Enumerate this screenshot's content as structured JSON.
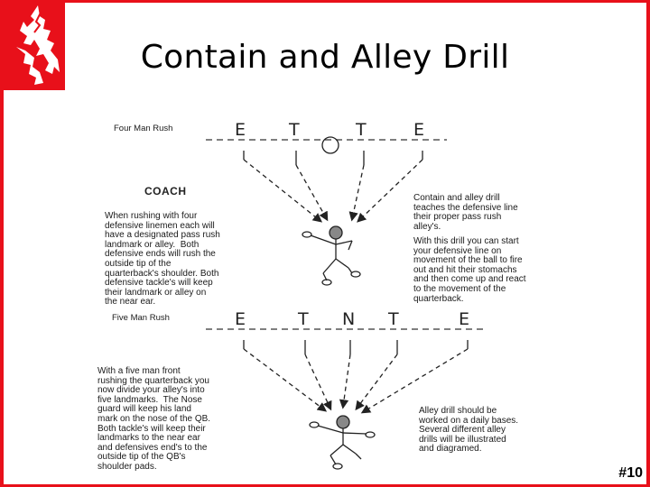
{
  "slide": {
    "title": "Contain and Alley Drill",
    "slide_number": "#10",
    "logo_icon": "red-hawk-logo-icon",
    "accent_color": "#e8101a"
  },
  "diagram": {
    "four_man": {
      "label": "Four Man Rush",
      "positions": [
        "E",
        "T",
        "T",
        "E"
      ]
    },
    "coach_label": "COACH",
    "left_text_1": "When rushing with four\ndefensive linemen each will\nhave a designated pass rush\nlandmark or alley.  Both\ndefensive ends will rush the\noutside tip of the\nquarterback's shoulder. Both\ndefensive tackle's will keep\ntheir landmark or alley on\nthe near ear.",
    "right_text_1a": "Contain and alley drill\nteaches the defensive line\ntheir proper pass rush\nalley's.",
    "right_text_1b": "With this drill you can start\nyour defensive line on\nmovement of the ball to fire\nout and hit their stomachs\nand then come up and react\nto the movement of the\nquarterback.",
    "five_man": {
      "label": "Five Man Rush",
      "positions": [
        "E",
        "T",
        "N",
        "T",
        "E"
      ]
    },
    "left_text_2": "With a five man front\nrushing the quarterback you\nnow divide your alley's into\nfive landmarks.  The Nose\nguard will keep his land\nmark on the nose of the QB.\nBoth tackle's will keep their\nlandmarks to the near ear\nand defensives end's to the\noutside tip of the QB's\nshoulder pads.",
    "right_text_2": "Alley drill should be\nworked on a daily bases.\nSeveral different alley\ndrills will be illustrated\nand diagramed."
  }
}
